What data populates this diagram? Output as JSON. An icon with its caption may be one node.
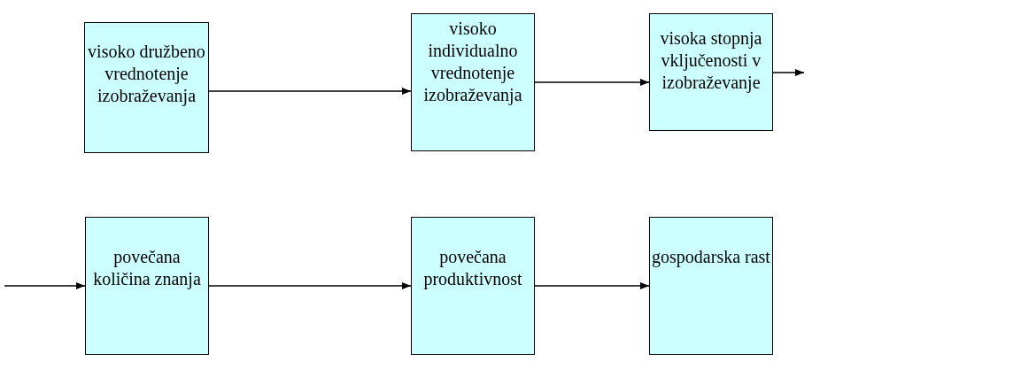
{
  "diagram": {
    "nodes": [
      {
        "text": [
          "visoko družbeno vrednotenje izobraževanja"
        ]
      },
      {
        "text": [
          "visoko individualno vrednotenje izobraževanja"
        ]
      },
      {
        "text": [
          "visoka stopnja vključenosti v izobraževanje"
        ]
      },
      {
        "text": [
          "povečana količina znanja"
        ]
      },
      {
        "text": [
          "povečana produktivnost"
        ]
      },
      {
        "text": [
          "gospodarska rast"
        ]
      }
    ],
    "edges": [
      {
        "from": 0,
        "to": 1,
        "arrow": "to"
      },
      {
        "from": 1,
        "to": 2,
        "arrow": "to"
      },
      {
        "from": 2,
        "to": null,
        "arrow": "to"
      },
      {
        "from": null,
        "to": 3,
        "arrow": "to"
      },
      {
        "from": 3,
        "to": 4,
        "arrow": "to"
      },
      {
        "from": 4,
        "to": 5,
        "arrow": "to"
      }
    ]
  }
}
